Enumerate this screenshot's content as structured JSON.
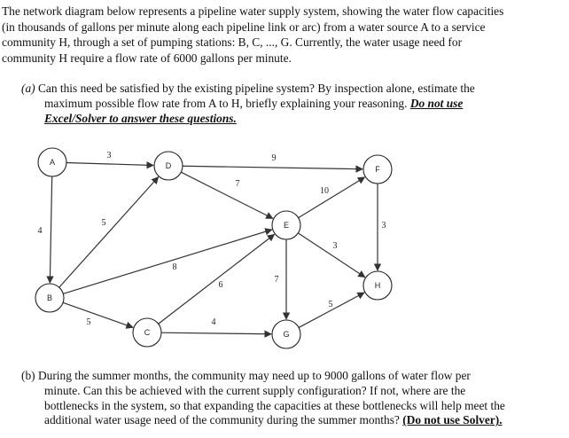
{
  "intro_lines": [
    "The network diagram below represents a pipeline water supply system, showing the  water flow capacities",
    "(in thousands of gallons per minute along each pipeline link or arc) from a water source A to a service",
    "community H, through a set of pumping stations: B, C, ..., G. Currently, the water usage need for",
    "community H require a flow rate of 6000 gallons per minute."
  ],
  "question_a": {
    "label": "(a)",
    "line1": " Can this need be satisfied by the existing pipeline system? By inspection alone, estimate the",
    "line2_text": "maximum possible flow rate from A to H, briefly explaining your reasoning. ",
    "line2_emph": "Do not use",
    "line3_emph": "Excel/Solver to answer these questions."
  },
  "question_b": {
    "line1": "(b) During the summer months, the community may need up to 9000 gallons of water flow per",
    "line2": "minute. Can this be achieved with the current supply configuration? If not, where are the",
    "line3": "bottlenecks in the system, so that expanding the capacities at these bottlenecks will help meet the",
    "line4_text": "additional water usage need of the community during the summer months? ",
    "line4_emph": "(Do not use Solver)."
  },
  "network": {
    "nodes": [
      {
        "id": "A",
        "label": "A"
      },
      {
        "id": "B",
        "label": "B"
      },
      {
        "id": "C",
        "label": "C"
      },
      {
        "id": "D",
        "label": "D"
      },
      {
        "id": "E",
        "label": "E"
      },
      {
        "id": "F",
        "label": "F"
      },
      {
        "id": "G",
        "label": "G"
      },
      {
        "id": "H",
        "label": "H"
      }
    ],
    "edges": [
      {
        "from": "A",
        "to": "D",
        "capacity": "3"
      },
      {
        "from": "A",
        "to": "B",
        "capacity": "4"
      },
      {
        "from": "D",
        "to": "F",
        "capacity": "9"
      },
      {
        "from": "D",
        "to": "E",
        "capacity": "7"
      },
      {
        "from": "B",
        "to": "D",
        "capacity": "5"
      },
      {
        "from": "B",
        "to": "E",
        "capacity": "8"
      },
      {
        "from": "B",
        "to": "C",
        "capacity": "5"
      },
      {
        "from": "C",
        "to": "E",
        "capacity": "6"
      },
      {
        "from": "C",
        "to": "G",
        "capacity": "4"
      },
      {
        "from": "E",
        "to": "F",
        "capacity": "10"
      },
      {
        "from": "E",
        "to": "G",
        "capacity": "7"
      },
      {
        "from": "E",
        "to": "H",
        "capacity": "3"
      },
      {
        "from": "F",
        "to": "H",
        "capacity": "3"
      },
      {
        "from": "G",
        "to": "H",
        "capacity": "5"
      }
    ]
  }
}
